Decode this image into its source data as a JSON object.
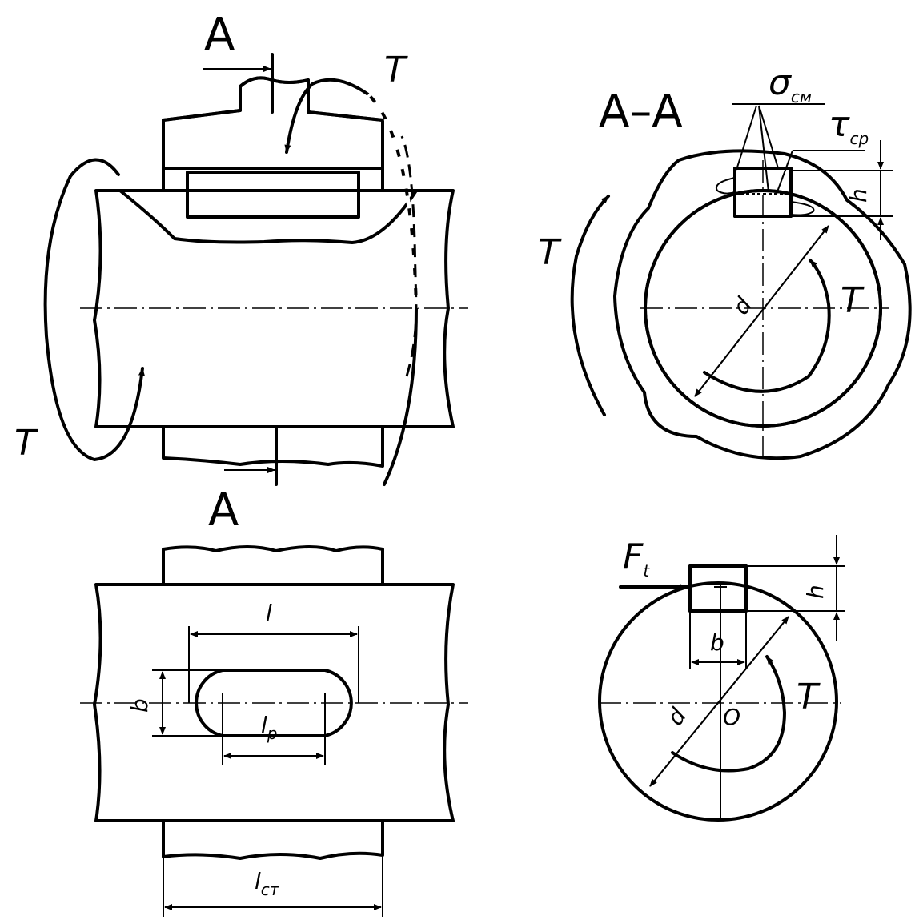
{
  "labels": {
    "section_mark": "A",
    "section_title": "A–A",
    "torque": "T",
    "sigma": "σ",
    "sigma_sub": "см",
    "tau": "τ",
    "tau_sub": "ср",
    "height": "h",
    "diameter": "d",
    "key_length": "l",
    "key_width": "b",
    "work_length": "l",
    "work_length_sub": "р",
    "hub_length": "l",
    "hub_length_sub": "ст",
    "force": "F",
    "force_sub": "t",
    "center": "O"
  }
}
